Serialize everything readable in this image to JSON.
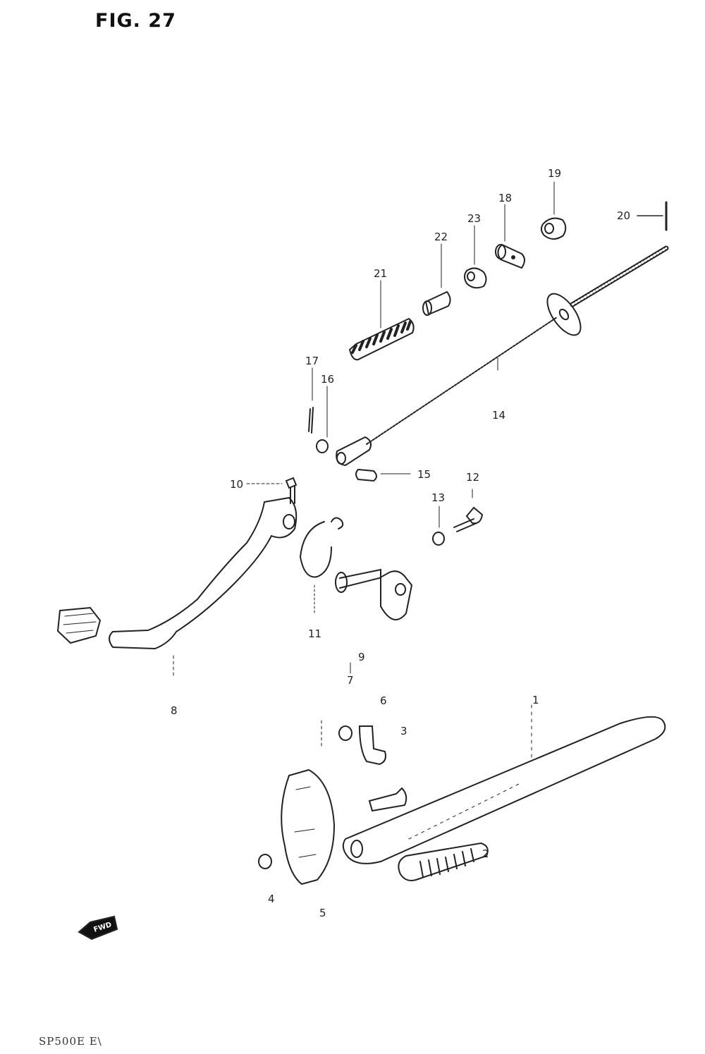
{
  "figure": {
    "title": "FIG. 27",
    "footer_code": "SP500E E\\",
    "fwd_marker": "FWD"
  },
  "callouts": [
    {
      "id": "c1",
      "label": "1"
    },
    {
      "id": "c2",
      "label": "2"
    },
    {
      "id": "c3",
      "label": "3"
    },
    {
      "id": "c4",
      "label": "4"
    },
    {
      "id": "c5",
      "label": "5"
    },
    {
      "id": "c6",
      "label": "6"
    },
    {
      "id": "c7",
      "label": "7"
    },
    {
      "id": "c8",
      "label": "8"
    },
    {
      "id": "c9",
      "label": "9"
    },
    {
      "id": "c10",
      "label": "10"
    },
    {
      "id": "c11",
      "label": "11"
    },
    {
      "id": "c12",
      "label": "12"
    },
    {
      "id": "c13",
      "label": "13"
    },
    {
      "id": "c14",
      "label": "14"
    },
    {
      "id": "c15",
      "label": "15"
    },
    {
      "id": "c16",
      "label": "16"
    },
    {
      "id": "c17",
      "label": "17"
    },
    {
      "id": "c18",
      "label": "18"
    },
    {
      "id": "c19",
      "label": "19"
    },
    {
      "id": "c20",
      "label": "20"
    },
    {
      "id": "c21",
      "label": "21"
    },
    {
      "id": "c22",
      "label": "22"
    },
    {
      "id": "c23",
      "label": "23"
    }
  ]
}
